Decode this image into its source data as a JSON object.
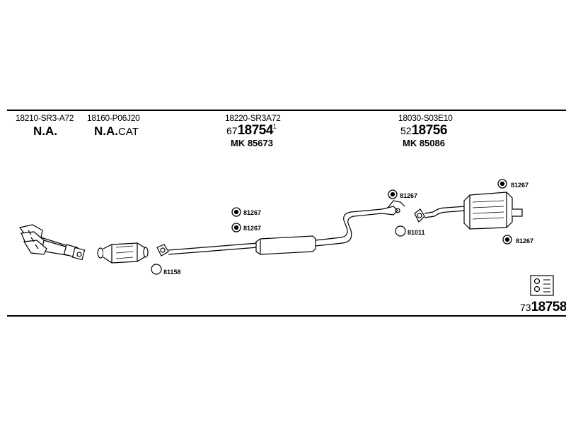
{
  "header": {
    "col1": {
      "part_no": "18210-SR3-A72",
      "status": "N.A."
    },
    "col2": {
      "part_no": "18160-P06J20",
      "status": "N.A.",
      "status_suffix": "CAT"
    },
    "col3": {
      "part_no": "18220-SR3A72",
      "prefix": "67",
      "number": "18754",
      "tick": "1",
      "mk": "MK 85673"
    },
    "col4": {
      "part_no": "18030-S03E10",
      "prefix": "52",
      "number": "18756",
      "mk": "MK 85086"
    }
  },
  "callouts": {
    "mid_upper": "81267",
    "mid_lower": "81267",
    "gasket_left": "81158",
    "hanger_rear": "81267",
    "ring_rear": "81011",
    "muffler_top": "81267",
    "muffler_bottom": "81267"
  },
  "footer": {
    "prefix": "73",
    "number": "18758"
  }
}
